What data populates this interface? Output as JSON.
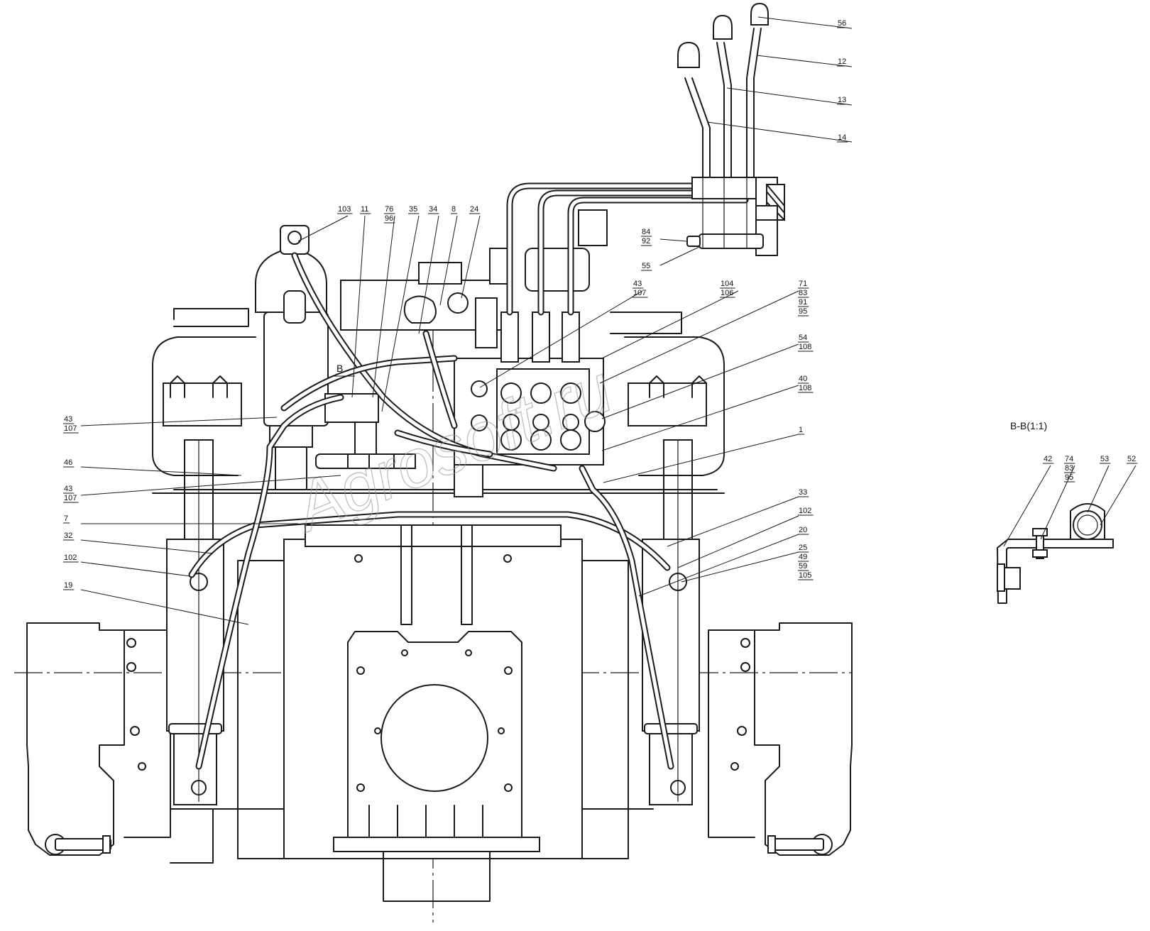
{
  "section_view": {
    "title": "В-В(1:1)"
  },
  "watermark": "Agrosoft.ru",
  "section_label": "В",
  "callouts": [
    {
      "id": "c56",
      "parts": [
        "56"
      ]
    },
    {
      "id": "c12",
      "parts": [
        "12"
      ]
    },
    {
      "id": "c13",
      "parts": [
        "13"
      ]
    },
    {
      "id": "c14",
      "parts": [
        "14"
      ]
    },
    {
      "id": "c103",
      "parts": [
        "103"
      ]
    },
    {
      "id": "c11",
      "parts": [
        "11"
      ]
    },
    {
      "id": "c76",
      "parts": [
        "76",
        "96"
      ]
    },
    {
      "id": "c35",
      "parts": [
        "35"
      ]
    },
    {
      "id": "c34",
      "parts": [
        "34"
      ]
    },
    {
      "id": "c8",
      "parts": [
        "8"
      ]
    },
    {
      "id": "c24",
      "parts": [
        "24"
      ]
    },
    {
      "id": "c84",
      "parts": [
        "84",
        "92"
      ]
    },
    {
      "id": "c55",
      "parts": [
        "55"
      ]
    },
    {
      "id": "c43a",
      "parts": [
        "43",
        "107"
      ]
    },
    {
      "id": "c104",
      "parts": [
        "104",
        "106"
      ]
    },
    {
      "id": "c71",
      "parts": [
        "71",
        "83",
        "91",
        "95"
      ]
    },
    {
      "id": "c54",
      "parts": [
        "54",
        "108"
      ]
    },
    {
      "id": "c40",
      "parts": [
        "40",
        "108"
      ]
    },
    {
      "id": "c1",
      "parts": [
        "1"
      ]
    },
    {
      "id": "c43b",
      "parts": [
        "43",
        "107"
      ]
    },
    {
      "id": "c46",
      "parts": [
        "46"
      ]
    },
    {
      "id": "c43c",
      "parts": [
        "43",
        "107"
      ]
    },
    {
      "id": "c7",
      "parts": [
        "7"
      ]
    },
    {
      "id": "c32",
      "parts": [
        "32"
      ]
    },
    {
      "id": "c102a",
      "parts": [
        "102"
      ]
    },
    {
      "id": "c19",
      "parts": [
        "19"
      ]
    },
    {
      "id": "c33",
      "parts": [
        "33"
      ]
    },
    {
      "id": "c102b",
      "parts": [
        "102"
      ]
    },
    {
      "id": "c20",
      "parts": [
        "20"
      ]
    },
    {
      "id": "c25",
      "parts": [
        "25",
        "49",
        "59",
        "105"
      ]
    },
    {
      "id": "c42",
      "parts": [
        "42"
      ]
    },
    {
      "id": "c74",
      "parts": [
        "74",
        "83",
        "95"
      ]
    },
    {
      "id": "c53",
      "parts": [
        "53"
      ]
    },
    {
      "id": "c52",
      "parts": [
        "52"
      ]
    }
  ],
  "colors": {
    "line": "#1a1a1a",
    "background": "#ffffff",
    "watermark": "#9a9a9a"
  }
}
